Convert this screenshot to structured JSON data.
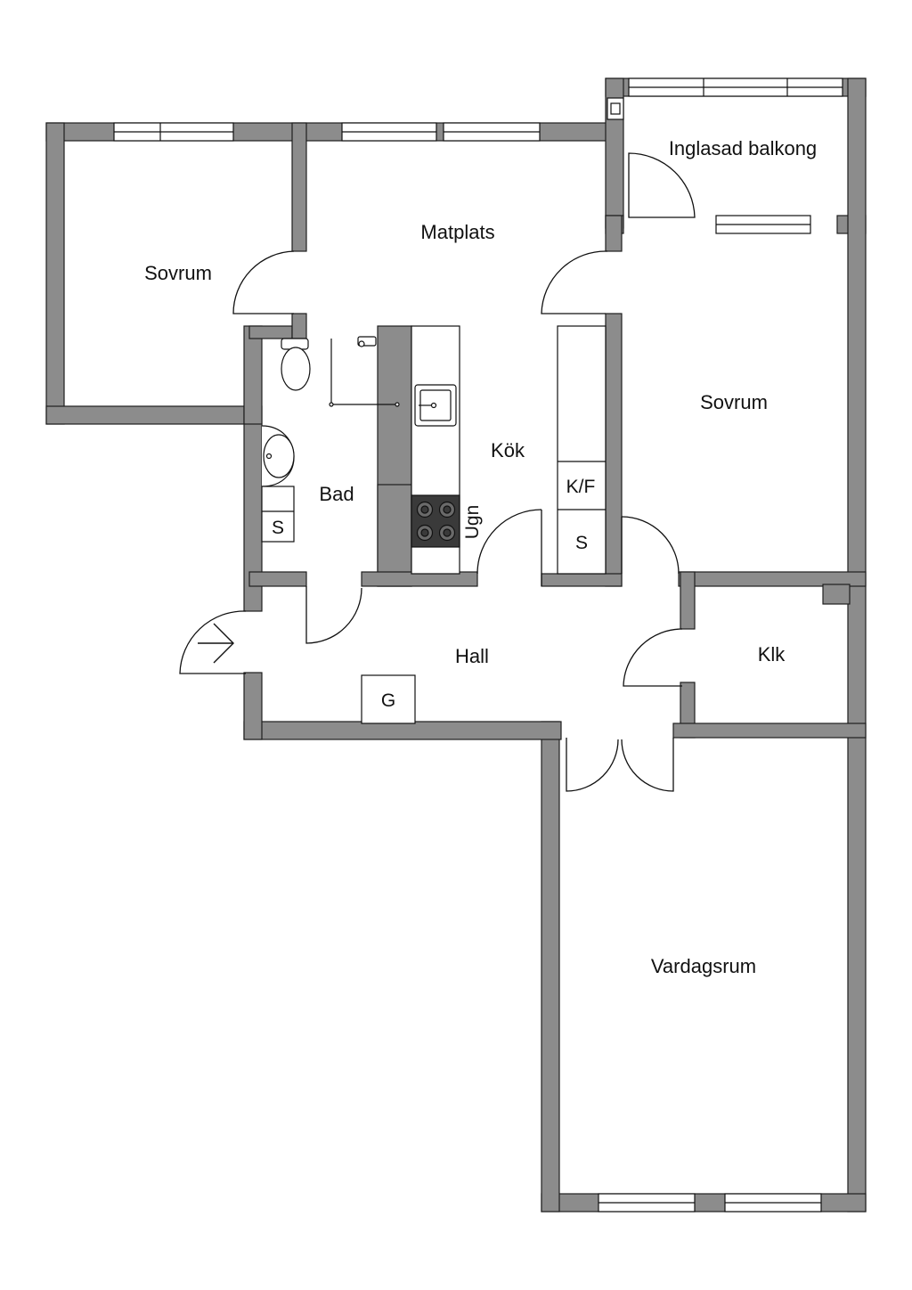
{
  "colors": {
    "wall": "#8c8c8c",
    "wall_outline": "#1e1e1e",
    "line": "#111111",
    "background": "#ffffff",
    "stove": "#3a3a3a"
  },
  "rooms": {
    "sovrum_1": "Sovrum",
    "matplats": "Matplats",
    "balkong": "Inglasad balkong",
    "sovrum_2": "Sovrum",
    "kok": "Kök",
    "bad": "Bad",
    "hall": "Hall",
    "klk": "Klk",
    "vardagsrum": "Vardagsrum"
  },
  "fixtures": {
    "bath_cabinet": "S",
    "kitchen_cabinet": "S",
    "fridge_freezer": "K/F",
    "oven": "Ugn",
    "wardrobe": "G"
  },
  "icons": {
    "entrance": "entrance-arrow-icon",
    "toilet": "toilet-icon",
    "sink": "sink-icon",
    "stove": "stove-icon",
    "shower": "shower-icon"
  }
}
